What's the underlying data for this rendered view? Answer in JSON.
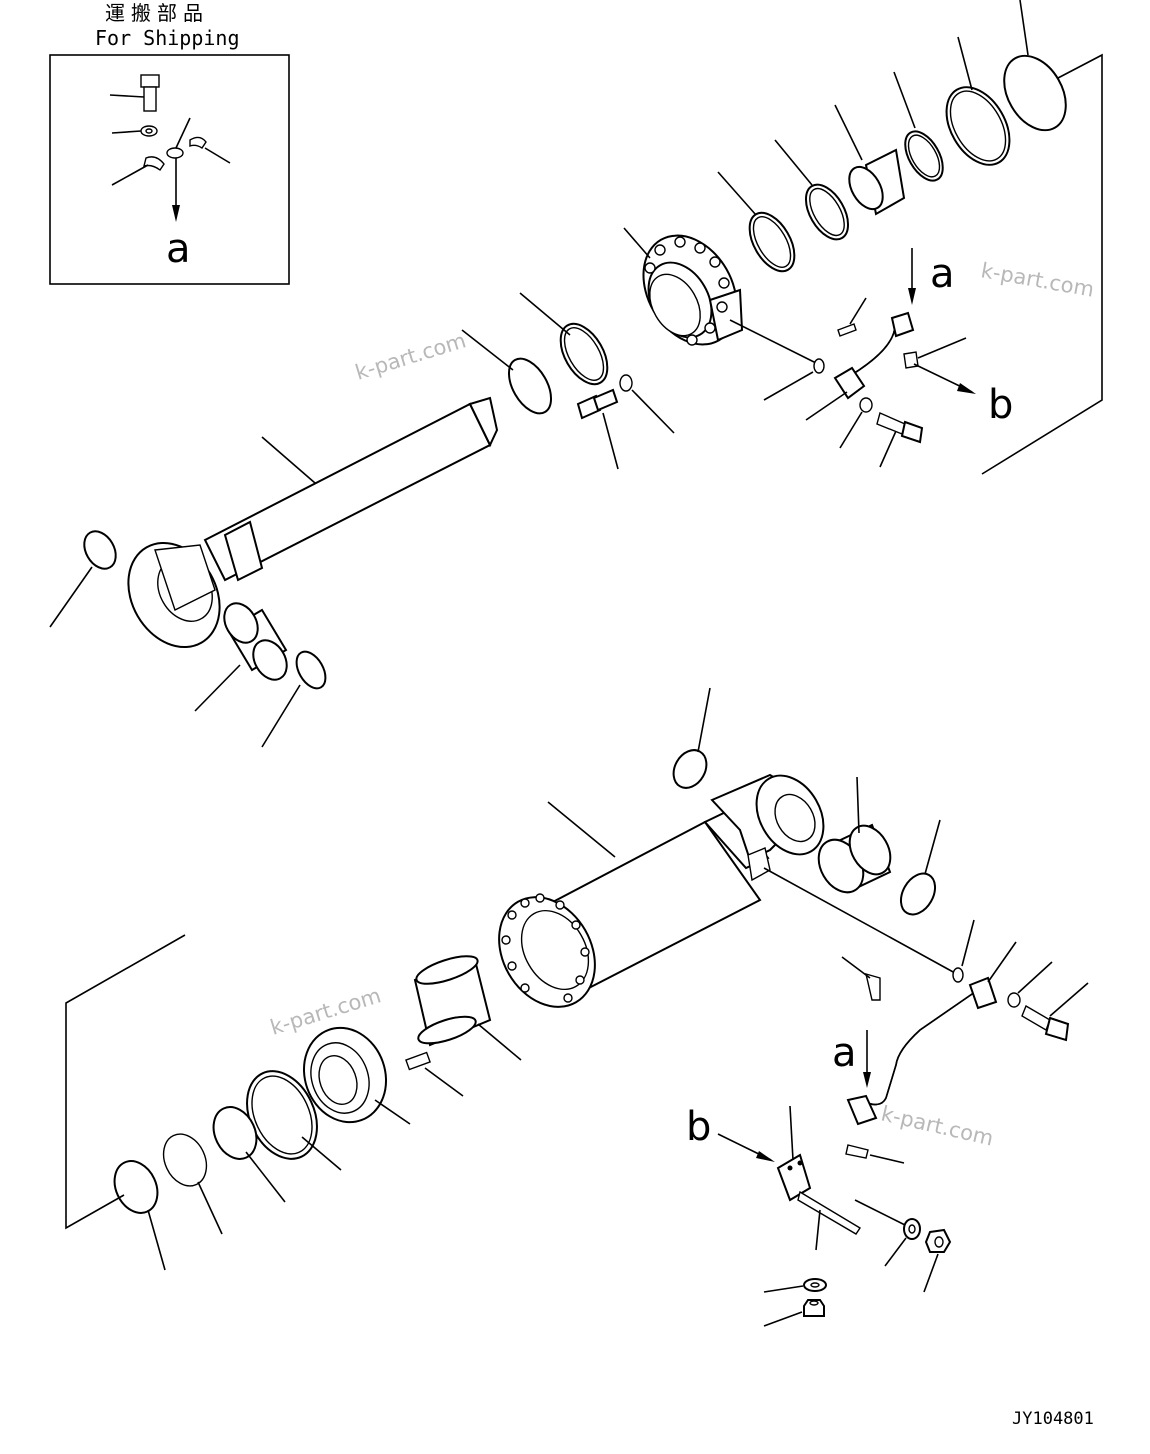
{
  "inset": {
    "title_jp": "運搬部品",
    "title_en": "For Shipping",
    "arrow_label": "a"
  },
  "references": {
    "a_upper": "a",
    "b_upper": "b",
    "a_lower": "a",
    "b_lower": "b"
  },
  "watermarks": [
    "k-part.com",
    "k-part.com",
    "k-part.com",
    "k-part.com"
  ],
  "drawing_number": "JY104801",
  "colors": {
    "line": "#000000",
    "watermark": "#b8b8b8",
    "background": "#ffffff"
  }
}
